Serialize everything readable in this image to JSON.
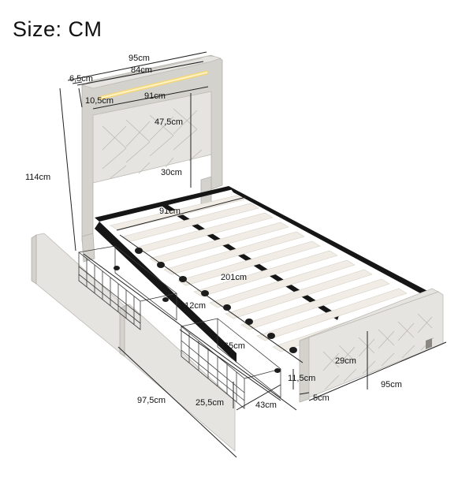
{
  "title": "Size: CM",
  "dimensions": {
    "headboard_top_width": "95cm",
    "headboard_inner_width": "84cm",
    "shelf_depth": "6,5cm",
    "shelf_height": "10,5cm",
    "panel_width": "91cm",
    "panel_height": "47,5cm",
    "leg_gap": "30cm",
    "total_height": "114cm",
    "slat_width": "91cm",
    "slat_length": "201cm",
    "total_length": "212cm",
    "drawer_length": "97,5cm",
    "drawer_basket_length": "65cm",
    "drawer_height": "25,5cm",
    "drawer_depth": "43cm",
    "clearance": "11,5cm",
    "footboard_height": "29cm",
    "footboard_thickness": "5cm",
    "footboard_width": "95cm"
  }
}
